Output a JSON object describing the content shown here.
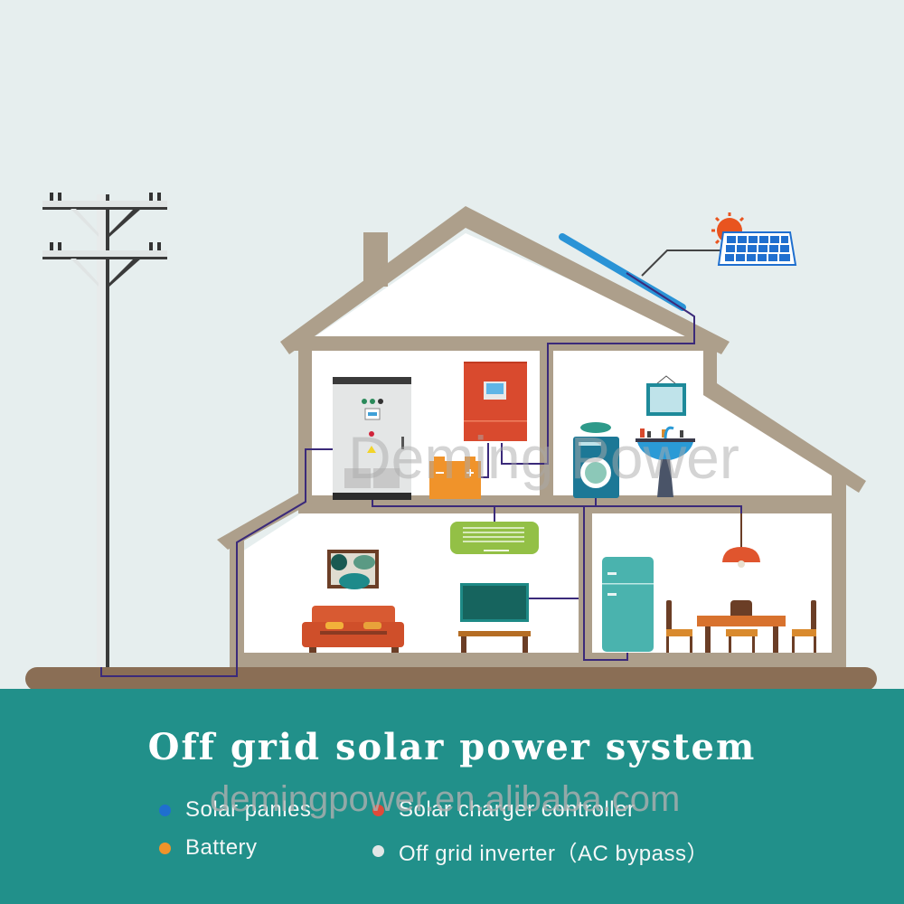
{
  "title": "Off grid solar power system",
  "legend": [
    {
      "label": "Solar panles",
      "color": "#1f6fcf",
      "icon": "blue-dot"
    },
    {
      "label": "Solar charger controller",
      "color": "#e04a3a",
      "icon": "red-dot"
    },
    {
      "label": "Battery",
      "color": "#f0932a",
      "icon": "orange-dot"
    },
    {
      "label": "Off grid inverter（AC bypass）",
      "color": "#e2e6e6",
      "icon": "white-dot"
    }
  ],
  "watermarks": {
    "brand": "Deming Power",
    "site": "demingpower.en.alibaba.com"
  },
  "colors": {
    "sky": "#e6eeee",
    "ground": "#8a6e55",
    "footer": "#21908a",
    "house_frame": "#ad9f8b",
    "wire": "#3b2a7a",
    "solar_panel": "#1f6fcf",
    "charger": "#d94a2e",
    "battery": "#f0932a"
  }
}
